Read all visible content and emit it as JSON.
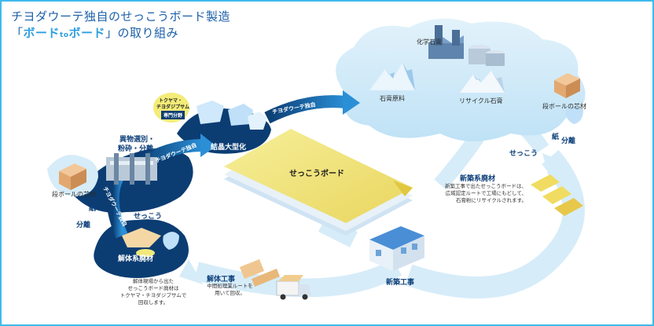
{
  "header": {
    "title_line1": "チヨダウーテ独自のせっこうボード製造",
    "title_line2_open": "「",
    "title_line2_board1": "ボード",
    "title_line2_to": "to",
    "title_line2_board2": "ボード",
    "title_line2_close": "」の取り組み"
  },
  "nodes": {
    "chemical_gypsum": "化学石膏",
    "gypsum_raw": "石膏原料",
    "recycled_gypsum": "リサイクル石膏",
    "tokuyama_line1": "トクヤマ・",
    "tokuyama_line2": "チヨダジプサム",
    "tokuyama_badge": "専門分野",
    "crystal": "結晶大型化",
    "sorting_line1": "異物選別・",
    "sorting_line2": "粉砕・分離",
    "gypsum_board": "せっこうボード",
    "cardboard_left": "段ボールの芯材",
    "cardboard_right": "段ボールの芯材",
    "paper_left": "紙",
    "separation_left": "分離",
    "paper_right": "紙",
    "separation_right": "分離",
    "gypsum_left": "せっこう",
    "gypsum_right": "せっこう",
    "demolition_waste": "解体系廃材",
    "demolition_work": "解体工事",
    "new_construction": "新築工事",
    "new_construction_waste": "新築系廃材"
  },
  "arrows": {
    "chiyoda1": "チヨダウーテ独自",
    "chiyoda2": "チヨダウーテ独自",
    "chiyoda3": "チヨダウーテ独自"
  },
  "notes": {
    "demolition_note": [
      "解体現場から出た",
      "せっこうボード廃材は",
      "トクヤマ・チヨダジプサムで",
      "回収します。"
    ],
    "demolition_work_note": [
      "中間処理業ルートを",
      "用いて回収。"
    ],
    "new_waste_note": [
      "新築工事で出たせっこうボードは、",
      "広域認定ルートで工場にもどして、",
      "石膏粉にリサイクルされます。"
    ]
  },
  "colors": {
    "accent": "#2e9fe0",
    "navy": "#0b3d73",
    "light_blue": "#cfe9f8",
    "board_yellow": "#f2e87a",
    "frame": "#3fb9ec"
  }
}
